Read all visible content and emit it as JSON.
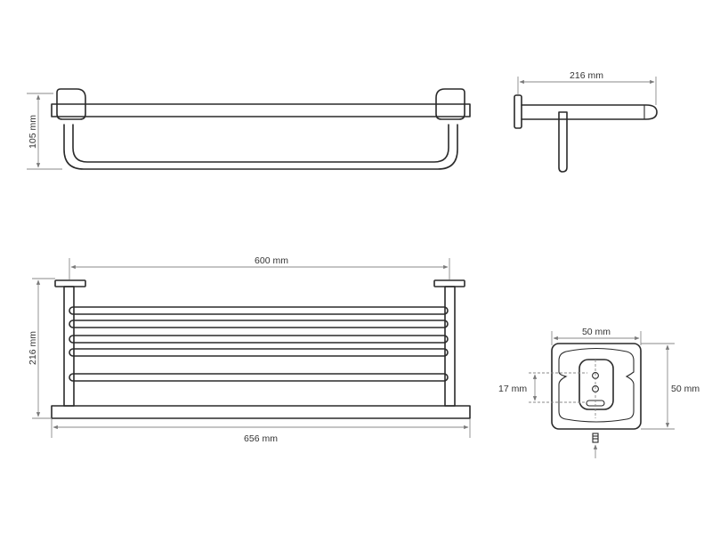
{
  "dimensions": {
    "top_height": "105 mm",
    "side_depth_top": "216 mm",
    "inner_width": "600 mm",
    "front_height": "216 mm",
    "overall_width": "656 mm",
    "flange_width": "50 mm",
    "flange_height": "50 mm",
    "hole_spacing": "17 mm"
  },
  "colors": {
    "line": "#2a2a2a",
    "dimension": "#8a8a8a",
    "text": "#333333"
  }
}
